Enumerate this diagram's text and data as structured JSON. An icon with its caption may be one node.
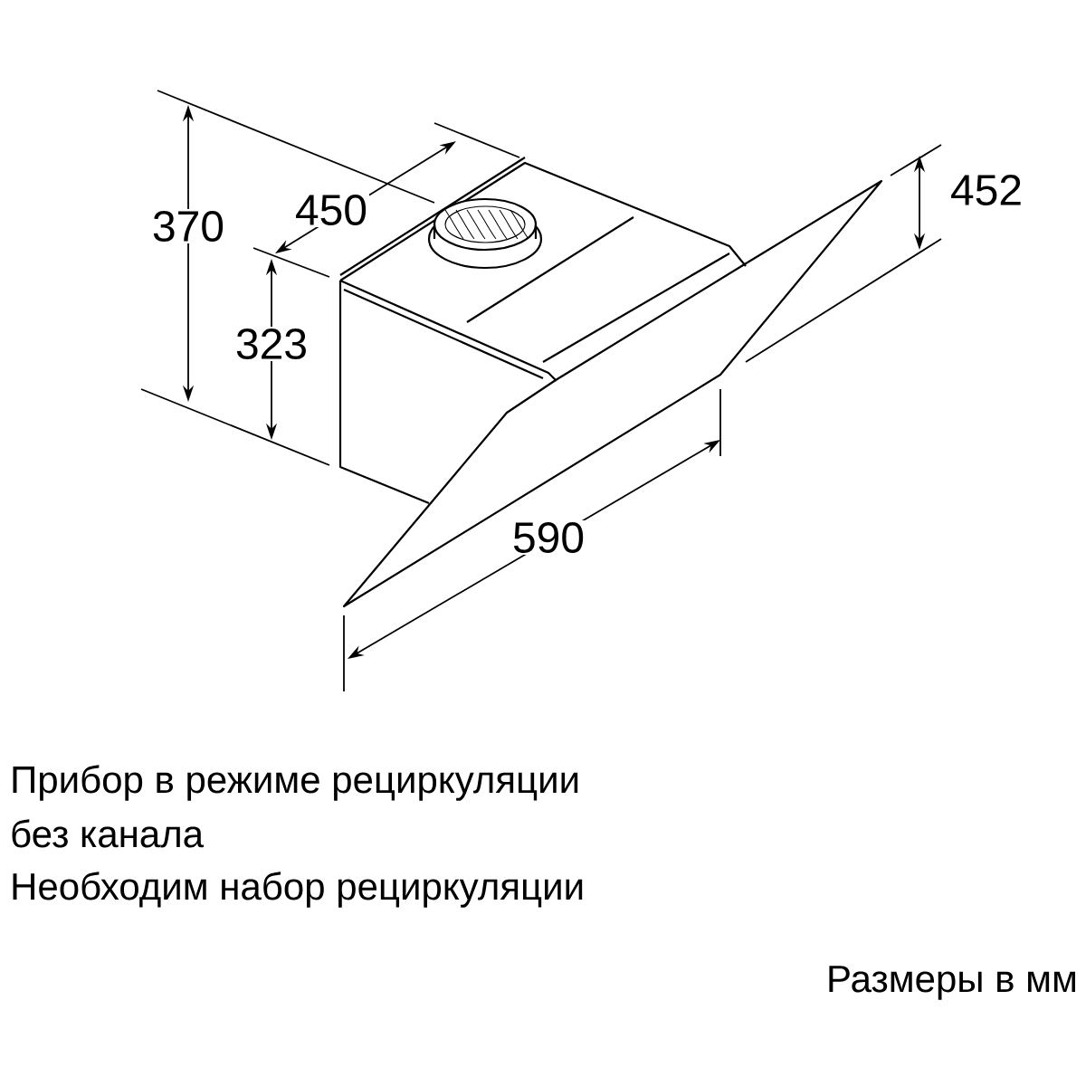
{
  "diagram": {
    "labels": [
      "370",
      "450",
      "452",
      "323",
      "590",
      "Прибор в режиме рециркуляции",
      "без канала",
      "Необходим набор рециркуляции",
      "Размеры в мм"
    ]
  }
}
